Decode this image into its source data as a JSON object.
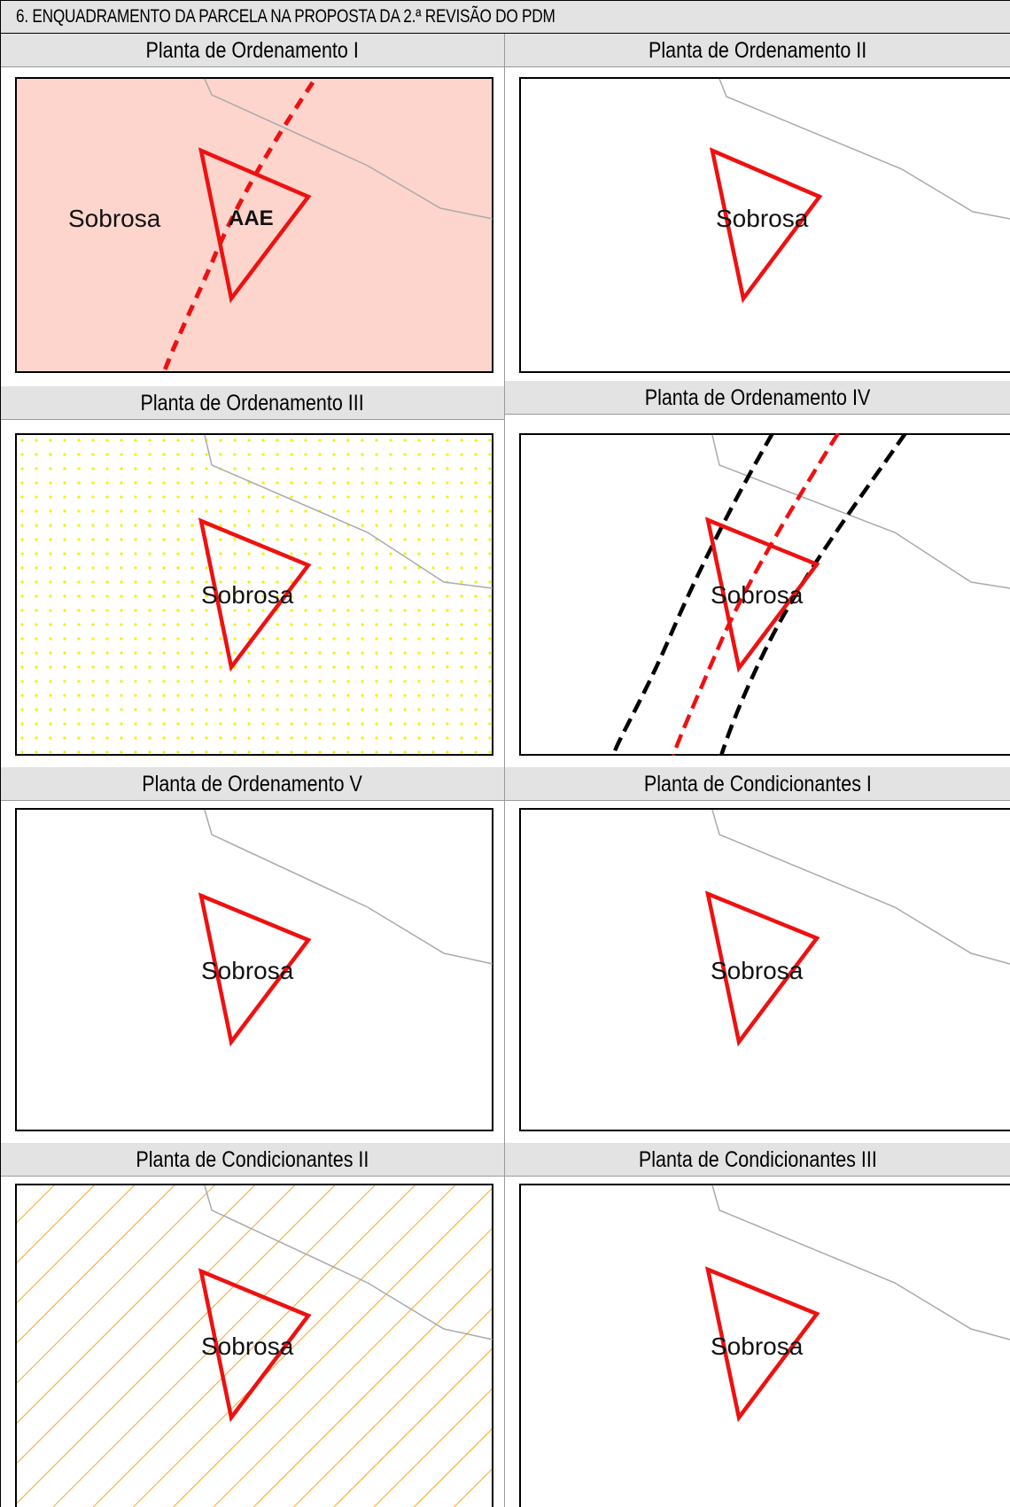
{
  "document": {
    "header": "6. ENQUADRAMENTO DA PARCELA NA PROPOSTA DA 2.ª REVISÃO DO PDM"
  },
  "panels": [
    {
      "title": "Planta de Ordenamento I",
      "labels": [
        "Sobrosa",
        "AAE"
      ],
      "fill": "#fdd5cd"
    },
    {
      "title": "Planta de Ordenamento II",
      "labels": [
        "Sobrosa"
      ]
    },
    {
      "title": "Planta de Ordenamento III",
      "labels": [
        "Sobrosa"
      ],
      "pattern_color": "#f2f200"
    },
    {
      "title": "Planta de Ordenamento IV",
      "labels": [
        "Sobrosa"
      ]
    },
    {
      "title": "Planta de Ordenamento V",
      "labels": [
        "Sobrosa"
      ]
    },
    {
      "title": "Planta de Condicionantes I",
      "labels": [
        "Sobrosa"
      ]
    },
    {
      "title": "Planta de Condicionantes II",
      "labels": [
        "Sobrosa"
      ],
      "pattern_color": "#f5a623"
    },
    {
      "title": "Planta de Condicionantes III",
      "labels": [
        "Sobrosa"
      ]
    }
  ],
  "colors": {
    "parcel_outline": "#ee1111",
    "road_line": "#aaaaaa",
    "dashed_red": "#ee1111",
    "dashed_black": "#000000"
  }
}
